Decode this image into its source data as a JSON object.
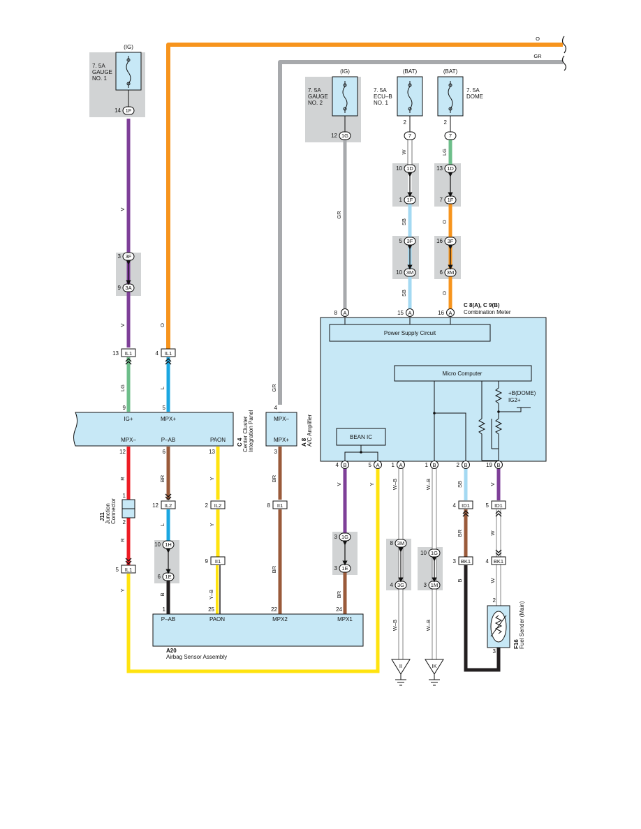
{
  "colors": {
    "O": "#f7941d",
    "GR": "#a7a9ac",
    "V": "#7e3f98",
    "LG": "#6dbe8a",
    "L": "#1ba7e1",
    "SB": "#a4d9f2",
    "W": "#ffffff",
    "R": "#ed1c24",
    "BR": "#9a5a3a",
    "Y": "#ffe30f",
    "B": "#231f20",
    "box": "#c7e8f6",
    "shade": "#d1d3d4"
  },
  "fuses": {
    "gauge1": {
      "supply": "(IG)",
      "line1": "7. 5A",
      "line2": "GAUGE",
      "line3": "NO. 1"
    },
    "gauge2": {
      "supply": "(IG)",
      "line1": "7. 5A",
      "line2": "GAUGE",
      "line3": "NO. 2"
    },
    "ecub": {
      "supply": "(BAT)",
      "line1": "7. 5A",
      "line2": "ECU–B",
      "line3": "NO. 1"
    },
    "dome": {
      "supply": "(BAT)",
      "line1": "7. 5A",
      "line2": "DOME"
    }
  },
  "wires": {
    "o": "O",
    "gr": "GR",
    "v": "V",
    "lg": "LG",
    "l": "L",
    "sb": "SB",
    "w": "W",
    "r": "R",
    "br": "BR",
    "y": "Y",
    "b": "B",
    "wb": "W–B",
    "yb": "Y–B"
  },
  "connectors": {
    "c1F": "1F",
    "c1G": "1G",
    "c7": "7",
    "c1D": "1D",
    "c3F": "3F",
    "c3M": "3M",
    "c3A": "3A",
    "cIL1": "IL1",
    "cIL2": "IL2",
    "cII1": "II1",
    "c1H": "1H",
    "c1E": "1E",
    "c3G": "3G",
    "c1M": "1M",
    "cID1": "ID1",
    "cBK1": "BK1",
    "cA": "A",
    "cB": "B"
  },
  "pins": {
    "p14": "14",
    "p12": "12",
    "p2": "2",
    "p10": "10",
    "p13": "13",
    "p1": "1",
    "p7": "7",
    "p5": "5",
    "p16": "16",
    "p6": "6",
    "p3": "3",
    "p9": "9",
    "p4": "4",
    "p8": "8",
    "p15": "15",
    "p19": "19",
    "p22": "22",
    "p24": "24",
    "p25": "25"
  },
  "meter": {
    "code": "C 8(A), C 9(B)",
    "name": "Combination Meter",
    "psc": "Power Supply Circuit",
    "micro": "Micro Computer",
    "bean": "BEAN IC",
    "bdome": "+B(DOME)",
    "ig2": "IG2+"
  },
  "cluster": {
    "code": "C 4",
    "name1": "Center Cluster",
    "name2": "Integration Panel",
    "igp": "IG+",
    "mpxp": "MPX+",
    "mpxm": "MPX–",
    "pab": "P–AB",
    "paon": "PAON"
  },
  "ac": {
    "code": "A 8",
    "name": "A/C Amplifier",
    "mpxm": "MPX–",
    "mpxp": "MPX+"
  },
  "airbag": {
    "code": "A20",
    "name": "Airbag Sensor Assembly",
    "pab": "P–AB",
    "paon": "PAON",
    "mpx2": "MPX2",
    "mpx1": "MPX1"
  },
  "junction": {
    "code": "J11",
    "name1": "Junction",
    "name2": "Connector"
  },
  "sender": {
    "code": "F16",
    "name": "Fuel Sender (Main)"
  },
  "grounds": {
    "ii": "II",
    "ik": "IK"
  }
}
